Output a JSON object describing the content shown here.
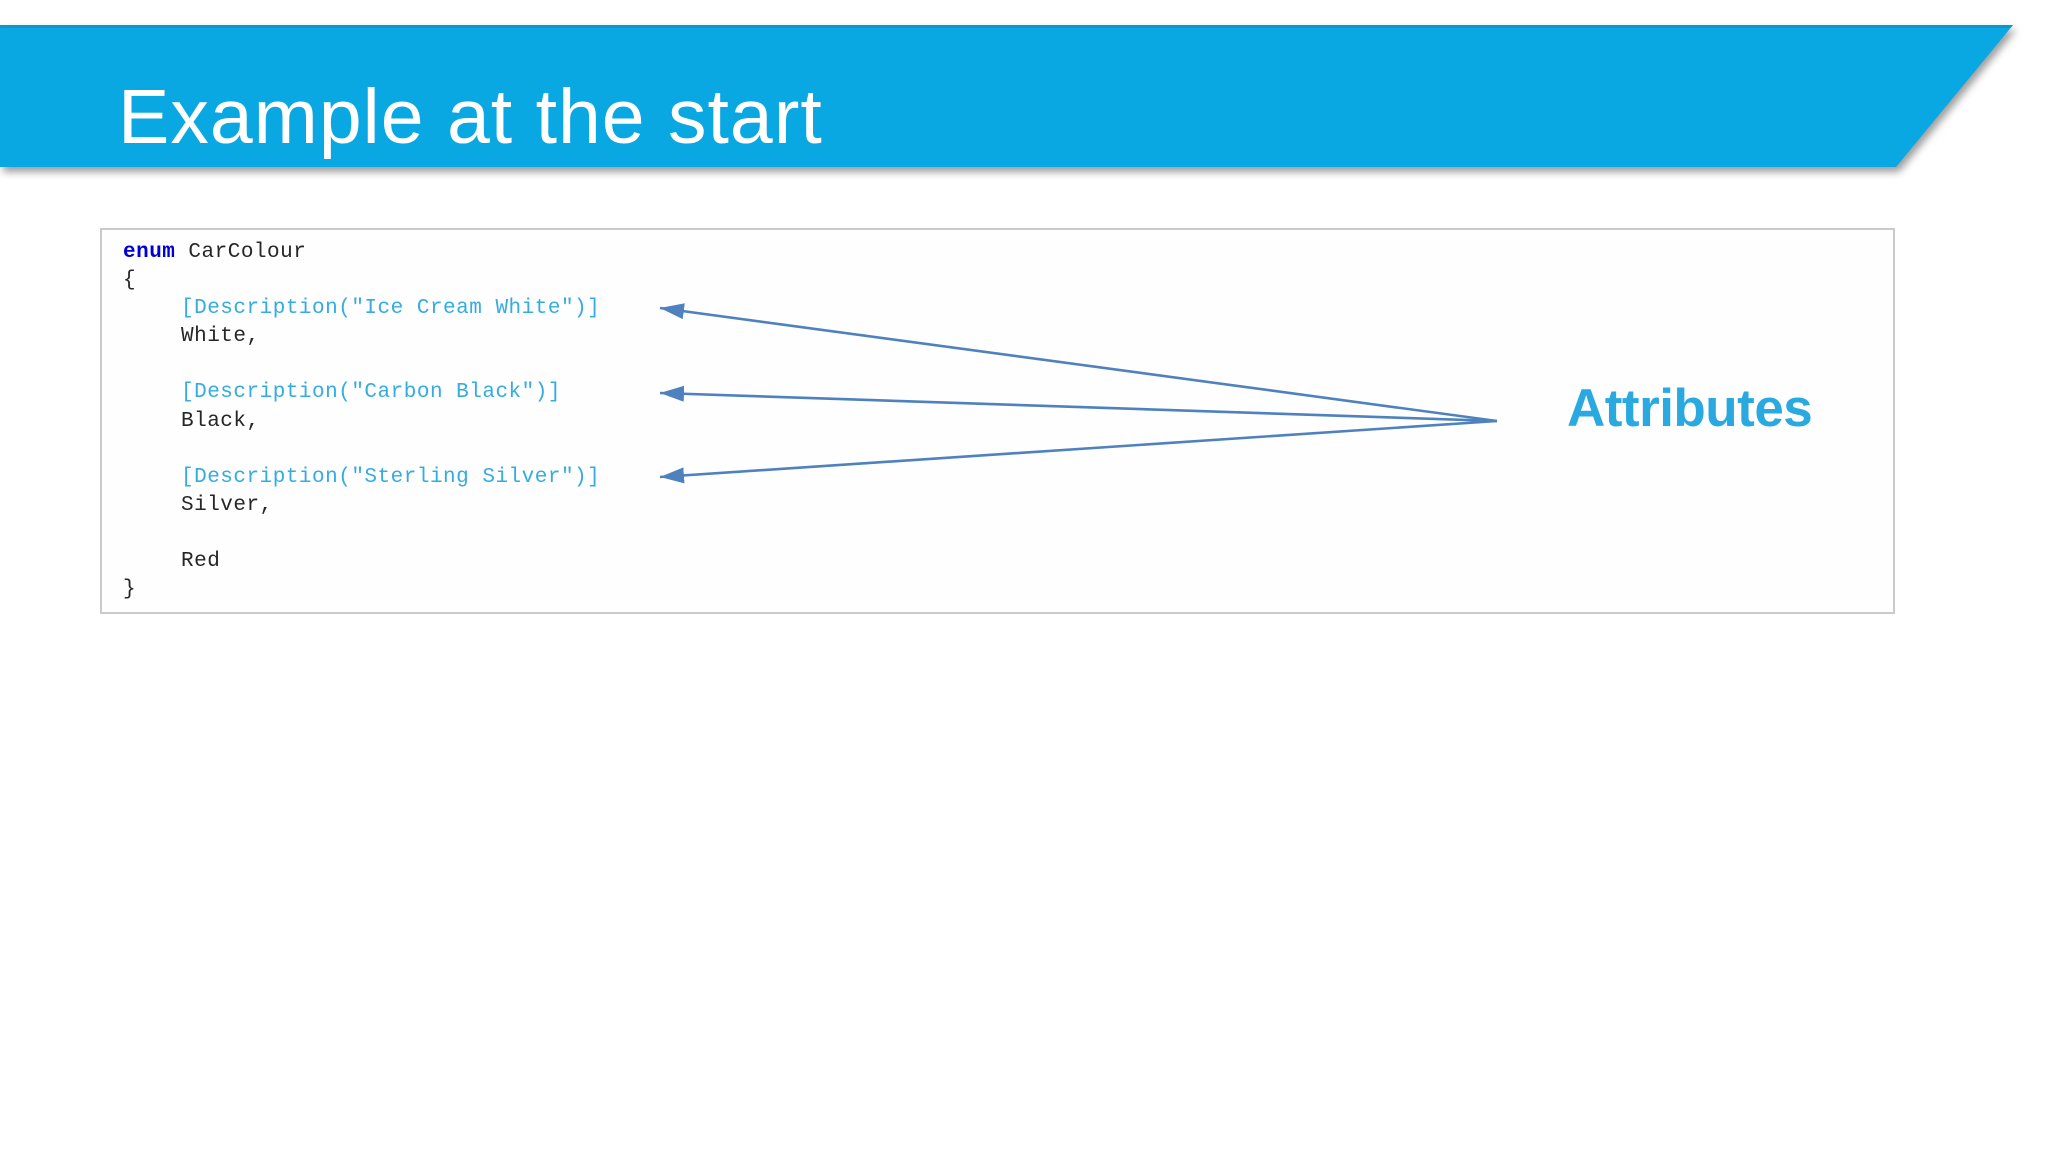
{
  "slide": {
    "title": "Example at the start"
  },
  "code_block": {
    "keyword": "enum",
    "type_name": "CarColour",
    "open_brace": "{",
    "close_brace": "}",
    "entries": [
      {
        "attribute": "[Description(\"Ice Cream White\")]",
        "member": "White,"
      },
      {
        "attribute": "[Description(\"Carbon Black\")]",
        "member": "Black,"
      },
      {
        "attribute": "[Description(\"Sterling Silver\")]",
        "member": "Silver,"
      }
    ],
    "plain_member": "Red"
  },
  "annotation": {
    "label": "Attributes"
  },
  "colors": {
    "banner_blue": "#0AA8E3",
    "banner_top_edge": "#0C8EC2",
    "title_text": "#FFFFFF",
    "keyword_blue": "#0000D0",
    "code_text": "#262626",
    "attribute_text_blue": "#35ACE0",
    "arrow_blue": "#4E81BD",
    "annotation_label_blue": "#29A9E0",
    "code_border_gray": "#CACACA"
  }
}
